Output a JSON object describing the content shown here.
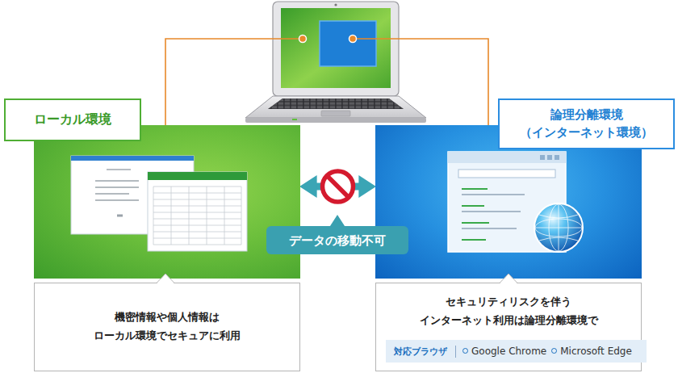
{
  "diagram": {
    "nodes": [
      {
        "text": [
          "ローカル環境"
        ]
      },
      {
        "text": [
          "論理分離環境 （インターネット環境）"
        ]
      },
      {
        "text": [
          "データの移動不可"
        ]
      },
      {
        "text": [
          "機密情報や個人情報は ローカル環境でセキュアに利用"
        ]
      },
      {
        "text": [
          "セキュリティリスクを伴う インターネット利用は論理分離環境で"
        ]
      },
      {
        "text": [
          "対応ブラウザ",
          "Google Chrome",
          "Microsoft Edge"
        ],
        "in": 4
      }
    ],
    "edges": [
      {
        "from": 0,
        "to": 1,
        "arrow": "both"
      }
    ]
  }
}
